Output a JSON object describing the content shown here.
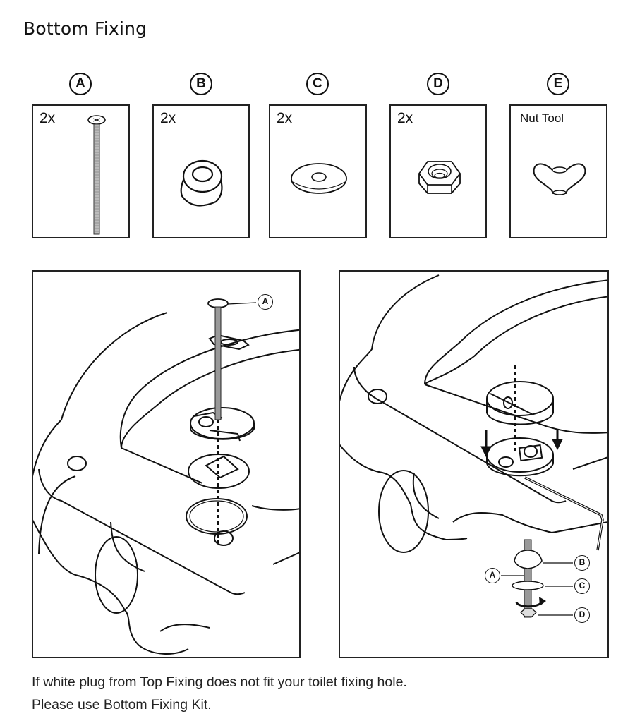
{
  "page": {
    "title": "Bottom Fixing"
  },
  "parts": [
    {
      "letter": "A",
      "quantity": "2x",
      "name": "bolt",
      "icon": "bolt-icon"
    },
    {
      "letter": "B",
      "quantity": "2x",
      "name": "conical rubber washer",
      "icon": "cone-washer-icon"
    },
    {
      "letter": "C",
      "quantity": "2x",
      "name": "flat washer",
      "icon": "flat-washer-icon"
    },
    {
      "letter": "D",
      "quantity": "2x",
      "name": "hex nut",
      "icon": "hex-nut-icon"
    },
    {
      "letter": "E",
      "quantity": "Nut Tool",
      "name": "wing nut tool",
      "icon": "wing-nut-icon"
    }
  ],
  "diagrams": {
    "left": {
      "description": "Exploded view of bolt A through fitting plate, hinge block, square plate and ring into toilet fixing hole",
      "callouts": [
        "A"
      ]
    },
    "right": {
      "description": "Hinge cap pressed down onto fixing block, hex key tightening, underside fastened with B, C, D on bolt A",
      "callouts": [
        "B",
        "A",
        "C",
        "D"
      ]
    }
  },
  "notes": {
    "line1": "If white plug from Top Fixing does not fit your toilet fixing hole.",
    "line2": "Please use Bottom Fixing Kit."
  }
}
